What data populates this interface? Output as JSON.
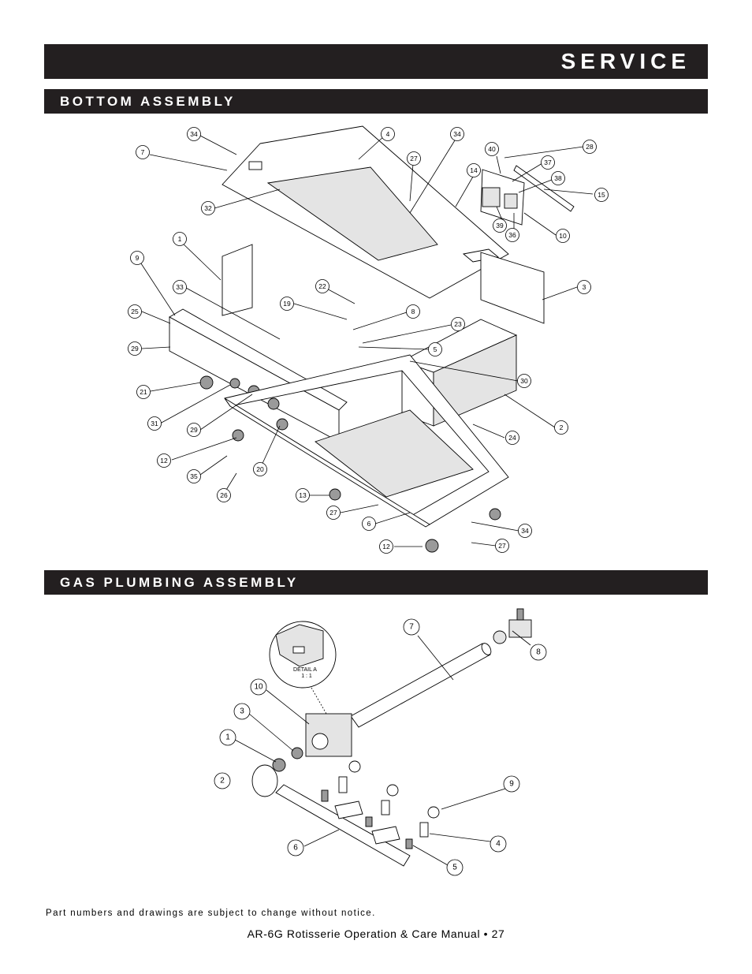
{
  "header": {
    "title": "SERVICE"
  },
  "sections": {
    "bottom": {
      "title": "BOTTOM ASSEMBLY"
    },
    "gas": {
      "title": "GAS PLUMBING ASSEMBLY"
    }
  },
  "bottom_callouts": [
    "34",
    "4",
    "34",
    "7",
    "27",
    "40",
    "28",
    "14",
    "37",
    "38",
    "15",
    "32",
    "39",
    "36",
    "10",
    "1",
    "9",
    "3",
    "33",
    "22",
    "19",
    "8",
    "25",
    "23",
    "5",
    "29",
    "30",
    "21",
    "2",
    "31",
    "29",
    "24",
    "12",
    "35",
    "20",
    "26",
    "13",
    "27",
    "6",
    "34",
    "12",
    "27"
  ],
  "gas_callouts": [
    "7",
    "8",
    "10",
    "3",
    "1",
    "2",
    "9",
    "4",
    "6",
    "5"
  ],
  "detail": {
    "line1": "DETAIL A",
    "line2": "1 : 1"
  },
  "footnote": "Part numbers and drawings are subject to change without notice.",
  "footer": "AR-6G Rotisserie Operation & Care Manual • 27"
}
